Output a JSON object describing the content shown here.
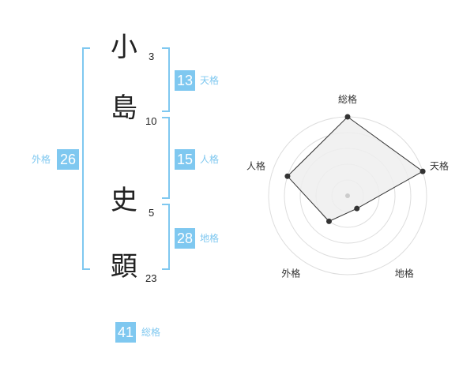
{
  "name": {
    "surname": [
      {
        "char": "小",
        "strokes": "3"
      },
      {
        "char": "島",
        "strokes": "10"
      }
    ],
    "given": [
      {
        "char": "史",
        "strokes": "5"
      },
      {
        "char": "顕",
        "strokes": "23"
      }
    ]
  },
  "scores": {
    "tenkaku": {
      "value": "13",
      "label": "天格"
    },
    "jinkaku": {
      "value": "15",
      "label": "人格"
    },
    "chikaku": {
      "value": "28",
      "label": "地格"
    },
    "gaikaku": {
      "value": "26",
      "label": "外格"
    },
    "soukaku": {
      "value": "41",
      "label": "総格"
    }
  },
  "colors": {
    "accent": "#7fc8f0",
    "text": "#222222",
    "radar_fill": "#efefef",
    "radar_line": "#333333"
  },
  "chart_data": {
    "type": "radar",
    "axes": [
      "総格",
      "天格",
      "地格",
      "外格",
      "人格"
    ],
    "max": 5,
    "values": [
      5,
      5,
      1,
      2,
      4
    ],
    "grid_rings": 5
  }
}
